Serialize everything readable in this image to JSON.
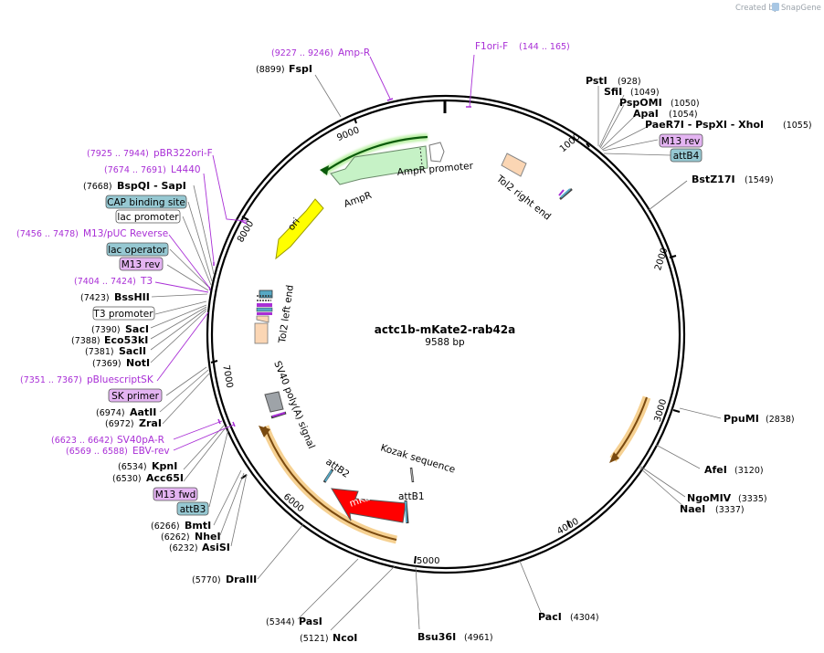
{
  "credit": {
    "prefix": "Created by",
    "brand": "SnapGene"
  },
  "plasmid": {
    "name": "actc1b-mKate2-rab42a",
    "length": "9588 bp"
  },
  "ticks": [
    "1000",
    "2000",
    "3000",
    "4000",
    "5000",
    "6000",
    "7000",
    "8000",
    "9000"
  ],
  "enzymes": [
    {
      "name": "FspI",
      "pos": "(8899)"
    },
    {
      "name": "PstI",
      "pos": "(928)"
    },
    {
      "name": "SfiI",
      "pos": "(1049)"
    },
    {
      "name": "PspOMI",
      "pos": "(1050)"
    },
    {
      "name": "ApaI",
      "pos": "(1054)"
    },
    {
      "name": "PaeR7I - PspXI - XhoI",
      "pos": "(1055)"
    },
    {
      "name": "BstZ17I",
      "pos": "(1549)"
    },
    {
      "name": "PpuMI",
      "pos": "(2838)"
    },
    {
      "name": "AfeI",
      "pos": "(3120)"
    },
    {
      "name": "NgoMIV",
      "pos": "(3335)"
    },
    {
      "name": "NaeI",
      "pos": "(3337)"
    },
    {
      "name": "PacI",
      "pos": "(4304)"
    },
    {
      "name": "Bsu36I",
      "pos": "(4961)"
    },
    {
      "name": "NcoI",
      "pos": "(5121)"
    },
    {
      "name": "PasI",
      "pos": "(5344)"
    },
    {
      "name": "DraIII",
      "pos": "(5770)"
    },
    {
      "name": "AsiSI",
      "pos": "(6232)"
    },
    {
      "name": "NheI",
      "pos": "(6262)"
    },
    {
      "name": "BmtI",
      "pos": "(6266)"
    },
    {
      "name": "Acc65I",
      "pos": "(6530)"
    },
    {
      "name": "KpnI",
      "pos": "(6534)"
    },
    {
      "name": "ZraI",
      "pos": "(6972)"
    },
    {
      "name": "AatII",
      "pos": "(6974)"
    },
    {
      "name": "NotI",
      "pos": "(7369)"
    },
    {
      "name": "SacII",
      "pos": "(7381)"
    },
    {
      "name": "Eco53kI",
      "pos": "(7388)"
    },
    {
      "name": "SacI",
      "pos": "(7390)"
    },
    {
      "name": "BssHII",
      "pos": "(7423)"
    },
    {
      "name": "BspQI - SapI",
      "pos": "(7668)"
    }
  ],
  "primers": [
    {
      "name": "Amp-R",
      "range": "(9227 .. 9246)"
    },
    {
      "name": "F1ori-F",
      "range": "(144 .. 165)"
    },
    {
      "name": "pBR322ori-F",
      "range": "(7925 .. 7944)"
    },
    {
      "name": "L4440",
      "range": "(7674 .. 7691)"
    },
    {
      "name": "M13/pUC Reverse",
      "range": "(7456 .. 7478)"
    },
    {
      "name": "T3",
      "range": "(7404 .. 7424)"
    },
    {
      "name": "pBluescriptSK",
      "range": "(7351 .. 7367)"
    },
    {
      "name": "SV40pA-R",
      "range": "(6623 .. 6642)"
    },
    {
      "name": "EBV-rev",
      "range": "(6569 .. 6588)"
    }
  ],
  "boxed_labels": [
    {
      "name": "M13 rev",
      "color": "#e4b4f2"
    },
    {
      "name": "attB4",
      "color": "#96c8d2"
    },
    {
      "name": "CAP binding site",
      "color": "#96c8d2"
    },
    {
      "name": "lac promoter",
      "color": "#ffffff"
    },
    {
      "name": "lac operator",
      "color": "#96c8d2"
    },
    {
      "name": "M13 rev",
      "color": "#e4b4f2"
    },
    {
      "name": "T3 promoter",
      "color": "#ffffff"
    },
    {
      "name": "SK primer",
      "color": "#e4b4f2"
    },
    {
      "name": "M13 fwd",
      "color": "#e4b4f2"
    },
    {
      "name": "attB3",
      "color": "#96c8d2"
    }
  ],
  "features": {
    "ampr": "AmpR",
    "ampr_promoter": "AmpR promoter",
    "ori": "ori",
    "tol2_right": "Tol2 right end",
    "tol2_left": "Tol2 left end",
    "sv40": "SV40 poly(A) signal",
    "kozak": "Kozak sequence",
    "mkate2": "mKate2",
    "attb1": "attB1",
    "attb2": "attB2"
  },
  "colors": {
    "ampr": "#c6f2c6",
    "ori": "#ffff00",
    "mkate2": "#ff0000",
    "primer": "#a92fd6",
    "promoter": "#ffffff",
    "tol2": "#fbd6b4",
    "highlight": "#e8a33a"
  }
}
